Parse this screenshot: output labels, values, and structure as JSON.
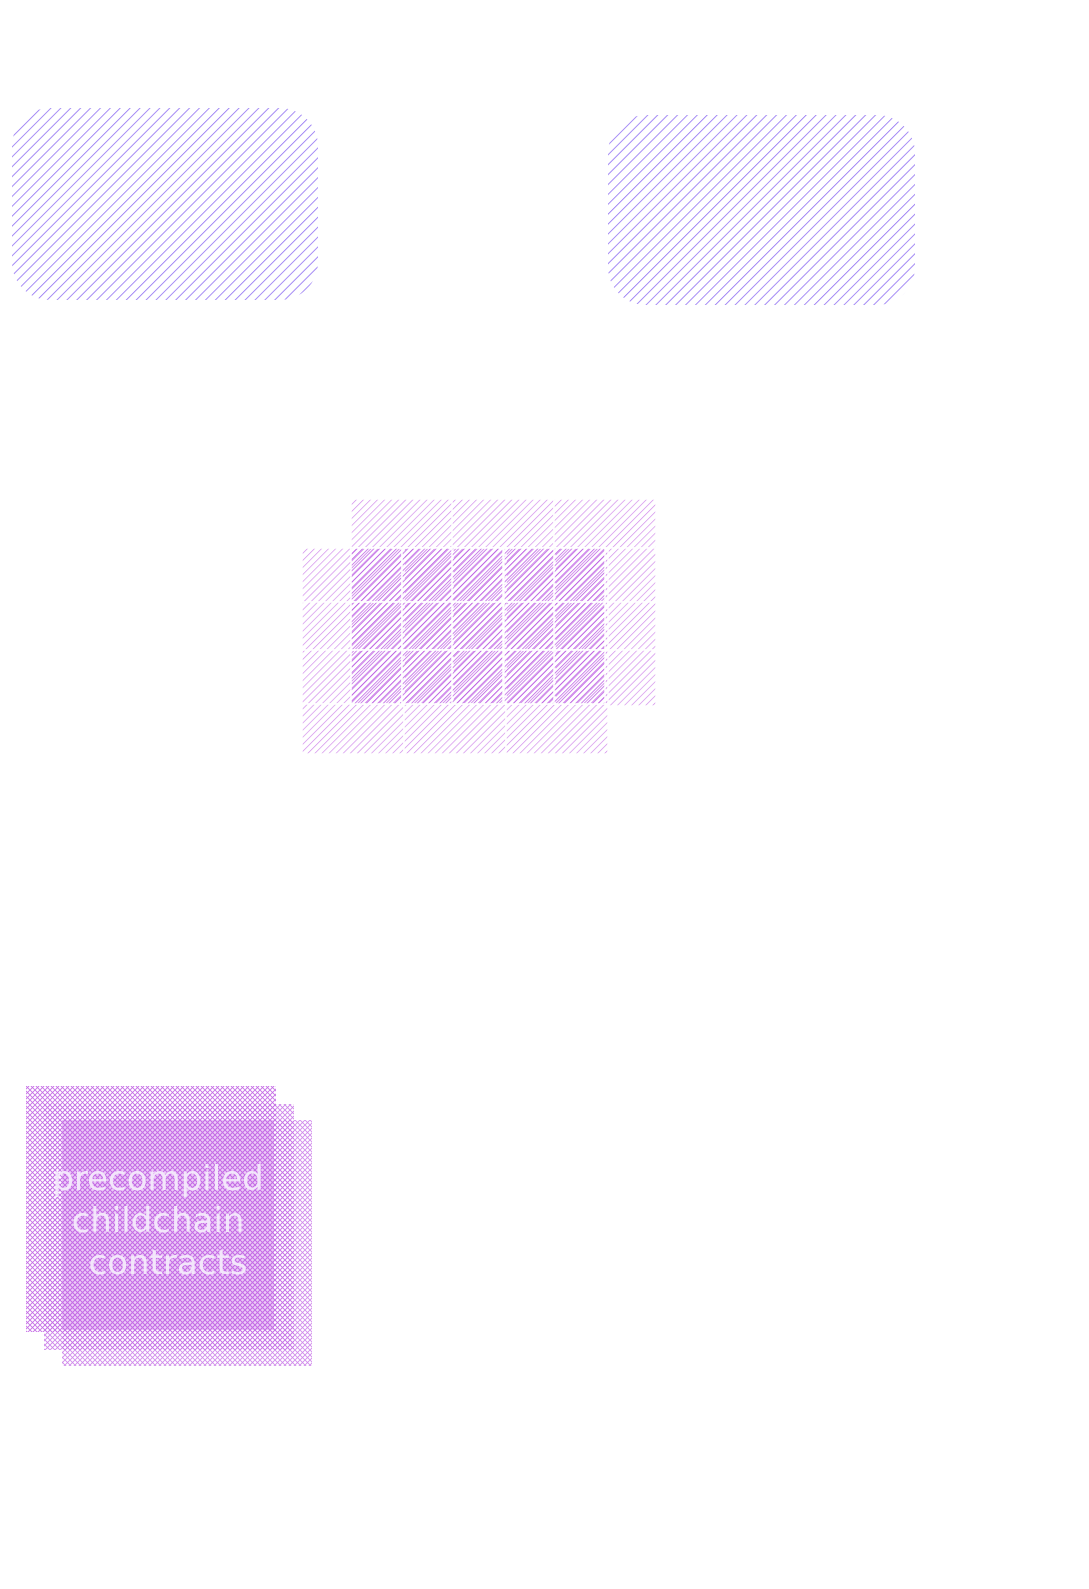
{
  "colors": {
    "node_fill": "#8f6ff2",
    "grid_fill": "#cf86ea",
    "grid_dark": "#b54fe0",
    "stack_fill": "#c56ee6",
    "label_color": "#ffffff"
  },
  "nodes": [
    {
      "id": "left-node",
      "label": ""
    },
    {
      "id": "right-node",
      "label": ""
    }
  ],
  "grid": {
    "columns": 5,
    "rows": 5
  },
  "stack": {
    "lines": [
      "precompiled",
      "childchain",
      "contracts"
    ]
  }
}
